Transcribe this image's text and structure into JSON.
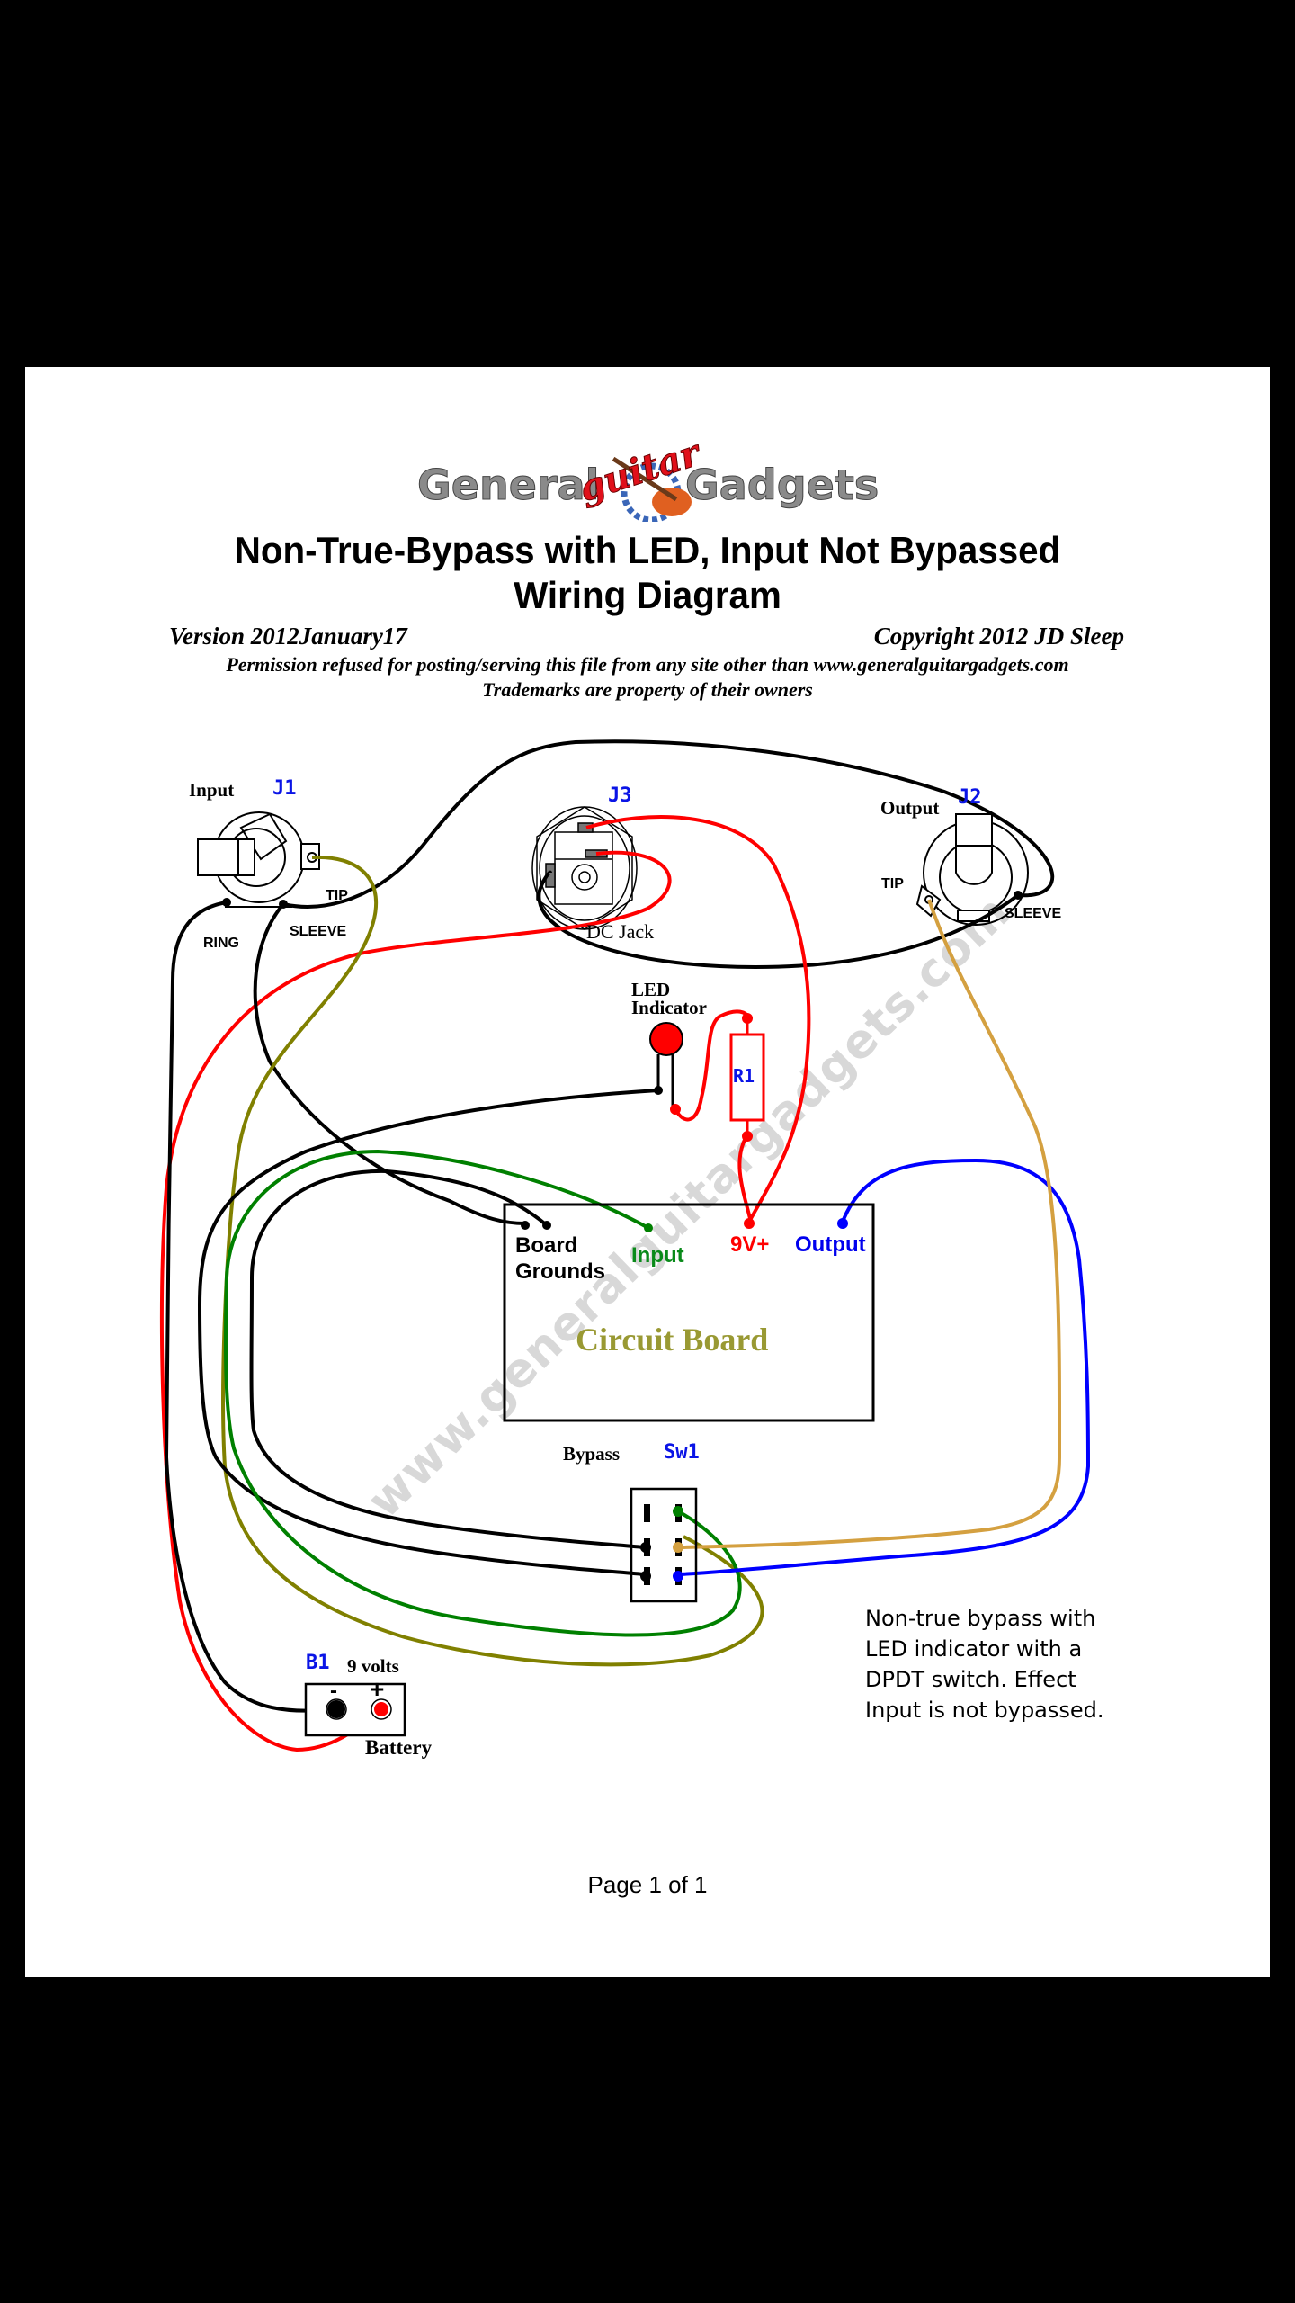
{
  "document": {
    "logo": {
      "part1": "General",
      "part2": "guitar",
      "part3": "Gadgets"
    },
    "title_line1": "Non-True-Bypass with LED, Input Not Bypassed",
    "title_line2": "Wiring Diagram",
    "version": "Version 2012January17",
    "copyright": "Copyright 2012  JD Sleep",
    "permission": "Permission refused for posting/serving this file from any site other than www.generalguitargadgets.com",
    "trademarks": "Trademarks are property of their owners",
    "watermark": "www.generalguitargadgets.com",
    "footer": "Page 1 of 1"
  },
  "components": {
    "j1": {
      "ref": "J1",
      "name": "Input",
      "tip": "TIP",
      "sleeve": "SLEEVE",
      "ring": "RING"
    },
    "j2": {
      "ref": "J2",
      "name": "Output",
      "tip": "TIP",
      "sleeve": "SLEEVE"
    },
    "j3": {
      "ref": "J3",
      "name": "DC Jack"
    },
    "led": {
      "line1": "LED",
      "line2": "Indicator"
    },
    "r1": {
      "ref": "R1"
    },
    "board": {
      "name": "Circuit Board",
      "grounds_line1": "Board",
      "grounds_line2": "Grounds",
      "input": "Input",
      "v9": "9V+",
      "output": "Output"
    },
    "sw1": {
      "ref": "Sw1",
      "name": "Bypass"
    },
    "b1": {
      "ref": "B1",
      "voltage": "9 volts",
      "name": "Battery",
      "minus": "-",
      "plus": "+"
    }
  },
  "note": {
    "line1": "Non-true bypass with",
    "line2": "LED indicator with a",
    "line3": "DPDT switch.  Effect",
    "line4": "Input is not bypassed."
  },
  "wire_colors": {
    "ground": "#000000",
    "power": "#ff0000",
    "input": "#008000",
    "output": "#0000ff",
    "input_jack_tip": "#808000",
    "output_jack_tip": "#d4a040",
    "board_label": "#999933"
  }
}
